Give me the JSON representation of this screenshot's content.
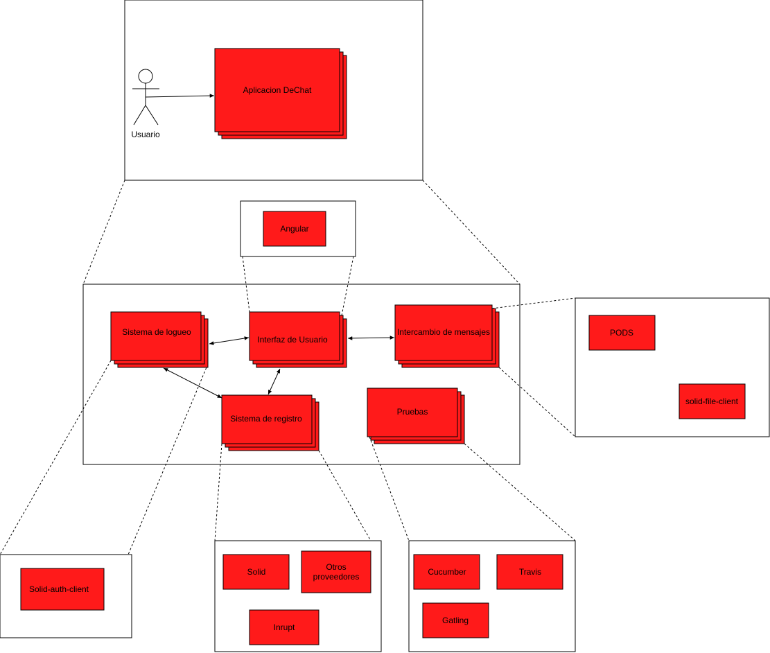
{
  "diagram": {
    "actor": {
      "label": "Usuario"
    },
    "app": {
      "label": "Aplicacion DeChat"
    },
    "angular": {
      "label": "Angular"
    },
    "modules": {
      "login": "Sistema de logueo",
      "ui": "Interfaz de Usuario",
      "messages": "Intercambio de mensajes",
      "registry": "Sistema de registro",
      "tests": "Pruebas"
    },
    "storage": {
      "pods": "PODS",
      "solid_file_client": "solid-file-client"
    },
    "auth": {
      "solid_auth_client": "Solid-auth-client"
    },
    "providers": {
      "solid": "Solid",
      "others_line1": "Otros",
      "others_line2": "proveedores",
      "inrupt": "Inrupt"
    },
    "testing": {
      "cucumber": "Cucumber",
      "travis": "Travis",
      "gatling": "Gatling"
    },
    "colors": {
      "component_fill": "#ff1a1a",
      "stroke": "#000000",
      "background": "#ffffff"
    }
  }
}
